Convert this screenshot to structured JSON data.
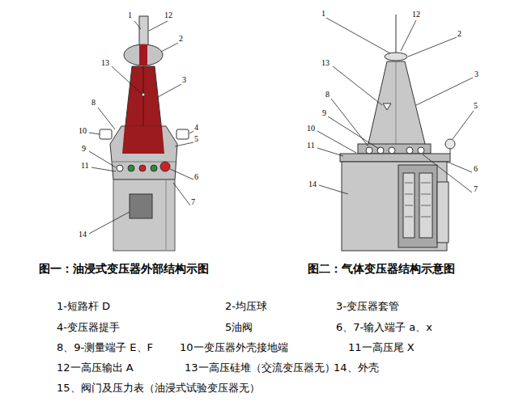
{
  "diagram": {
    "labels": [
      "图一：油浸式变压器外部结构示图",
      "图二：气体变压器结构示意图",
      "1",
      "12",
      "2",
      "13",
      "3",
      "8",
      "10",
      "9",
      "11",
      "4",
      "5",
      "6",
      "7",
      "14",
      "1",
      "12",
      "2",
      "13",
      "3",
      "8",
      "9",
      "10",
      "11",
      "5",
      "6",
      "7",
      "14",
      "1-短路杆 D",
      "2-均压球",
      "3-变压器套管",
      "4-变压器提手",
      "5油阀",
      "6、7-输入端子 a、x",
      "8、9-测量端子 E、F",
      "10一变压器外壳接地端",
      "11一高压尾 X",
      "12一高压输出 A",
      "13一高压硅堆（交流变压器无）",
      "14、外壳",
      "15、阀门及压力表（油浸式试验变压器无）"
    ]
  }
}
